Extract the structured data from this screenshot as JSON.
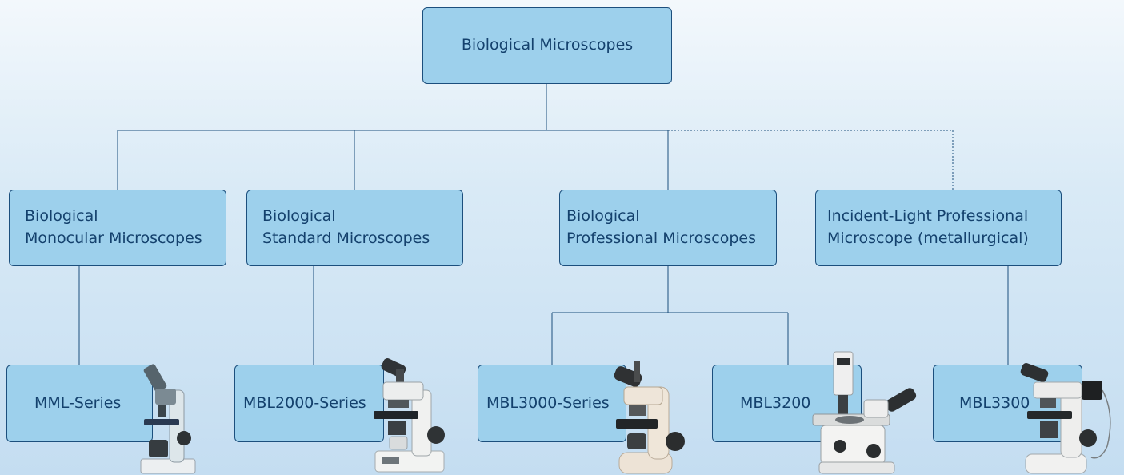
{
  "root": {
    "label": "Biological Microscopes"
  },
  "categories": [
    {
      "line1": "Biological",
      "line2": "Monocular Microscopes"
    },
    {
      "line1": "Biological",
      "line2": "Standard Microscopes"
    },
    {
      "line1": "Biological",
      "line2": "Professional Microscopes"
    },
    {
      "line1": "Incident-Light Professional",
      "line2": "Microscope (metallurgical)"
    }
  ],
  "products": [
    {
      "label": "MML-Series",
      "image": "monocular-microscope-icon"
    },
    {
      "label": "MBL2000-Series",
      "image": "binocular-microscope-icon"
    },
    {
      "label": "MBL3000-Series",
      "image": "trinocular-microscope-icon"
    },
    {
      "label": "MBL3200",
      "image": "inverted-microscope-icon"
    },
    {
      "label": "MBL3300",
      "image": "metallurgical-microscope-icon"
    }
  ],
  "colors": {
    "box_fill": "#9dd0ec",
    "box_border": "#1c4f7d",
    "text": "#14416d",
    "connector": "#1c4f7d"
  }
}
